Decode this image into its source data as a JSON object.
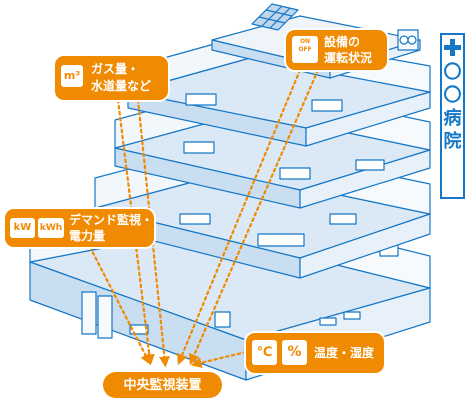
{
  "hospital_sign": {
    "name_lines": [
      "〇",
      "〇",
      "病",
      "院"
    ]
  },
  "callouts": {
    "meter": {
      "icon": "m³",
      "line1": "ガス量・",
      "line2": "水道量など"
    },
    "onoff": {
      "icon_on": "ON",
      "icon_off": "OFF",
      "line1": "設備の",
      "line2": "運転状況"
    },
    "power": {
      "icon_kw": "kW",
      "icon_kwh": "kWh",
      "line1": "デマンド監視・",
      "line2": "電力量"
    },
    "temp": {
      "icon_c": "℃",
      "icon_pct": "%",
      "line1": "温度・湿度"
    },
    "center": {
      "label": "中央監視装置"
    }
  },
  "colors": {
    "accent": "#f08a00",
    "line": "#1577c6",
    "fill": "#dbe9f6"
  }
}
